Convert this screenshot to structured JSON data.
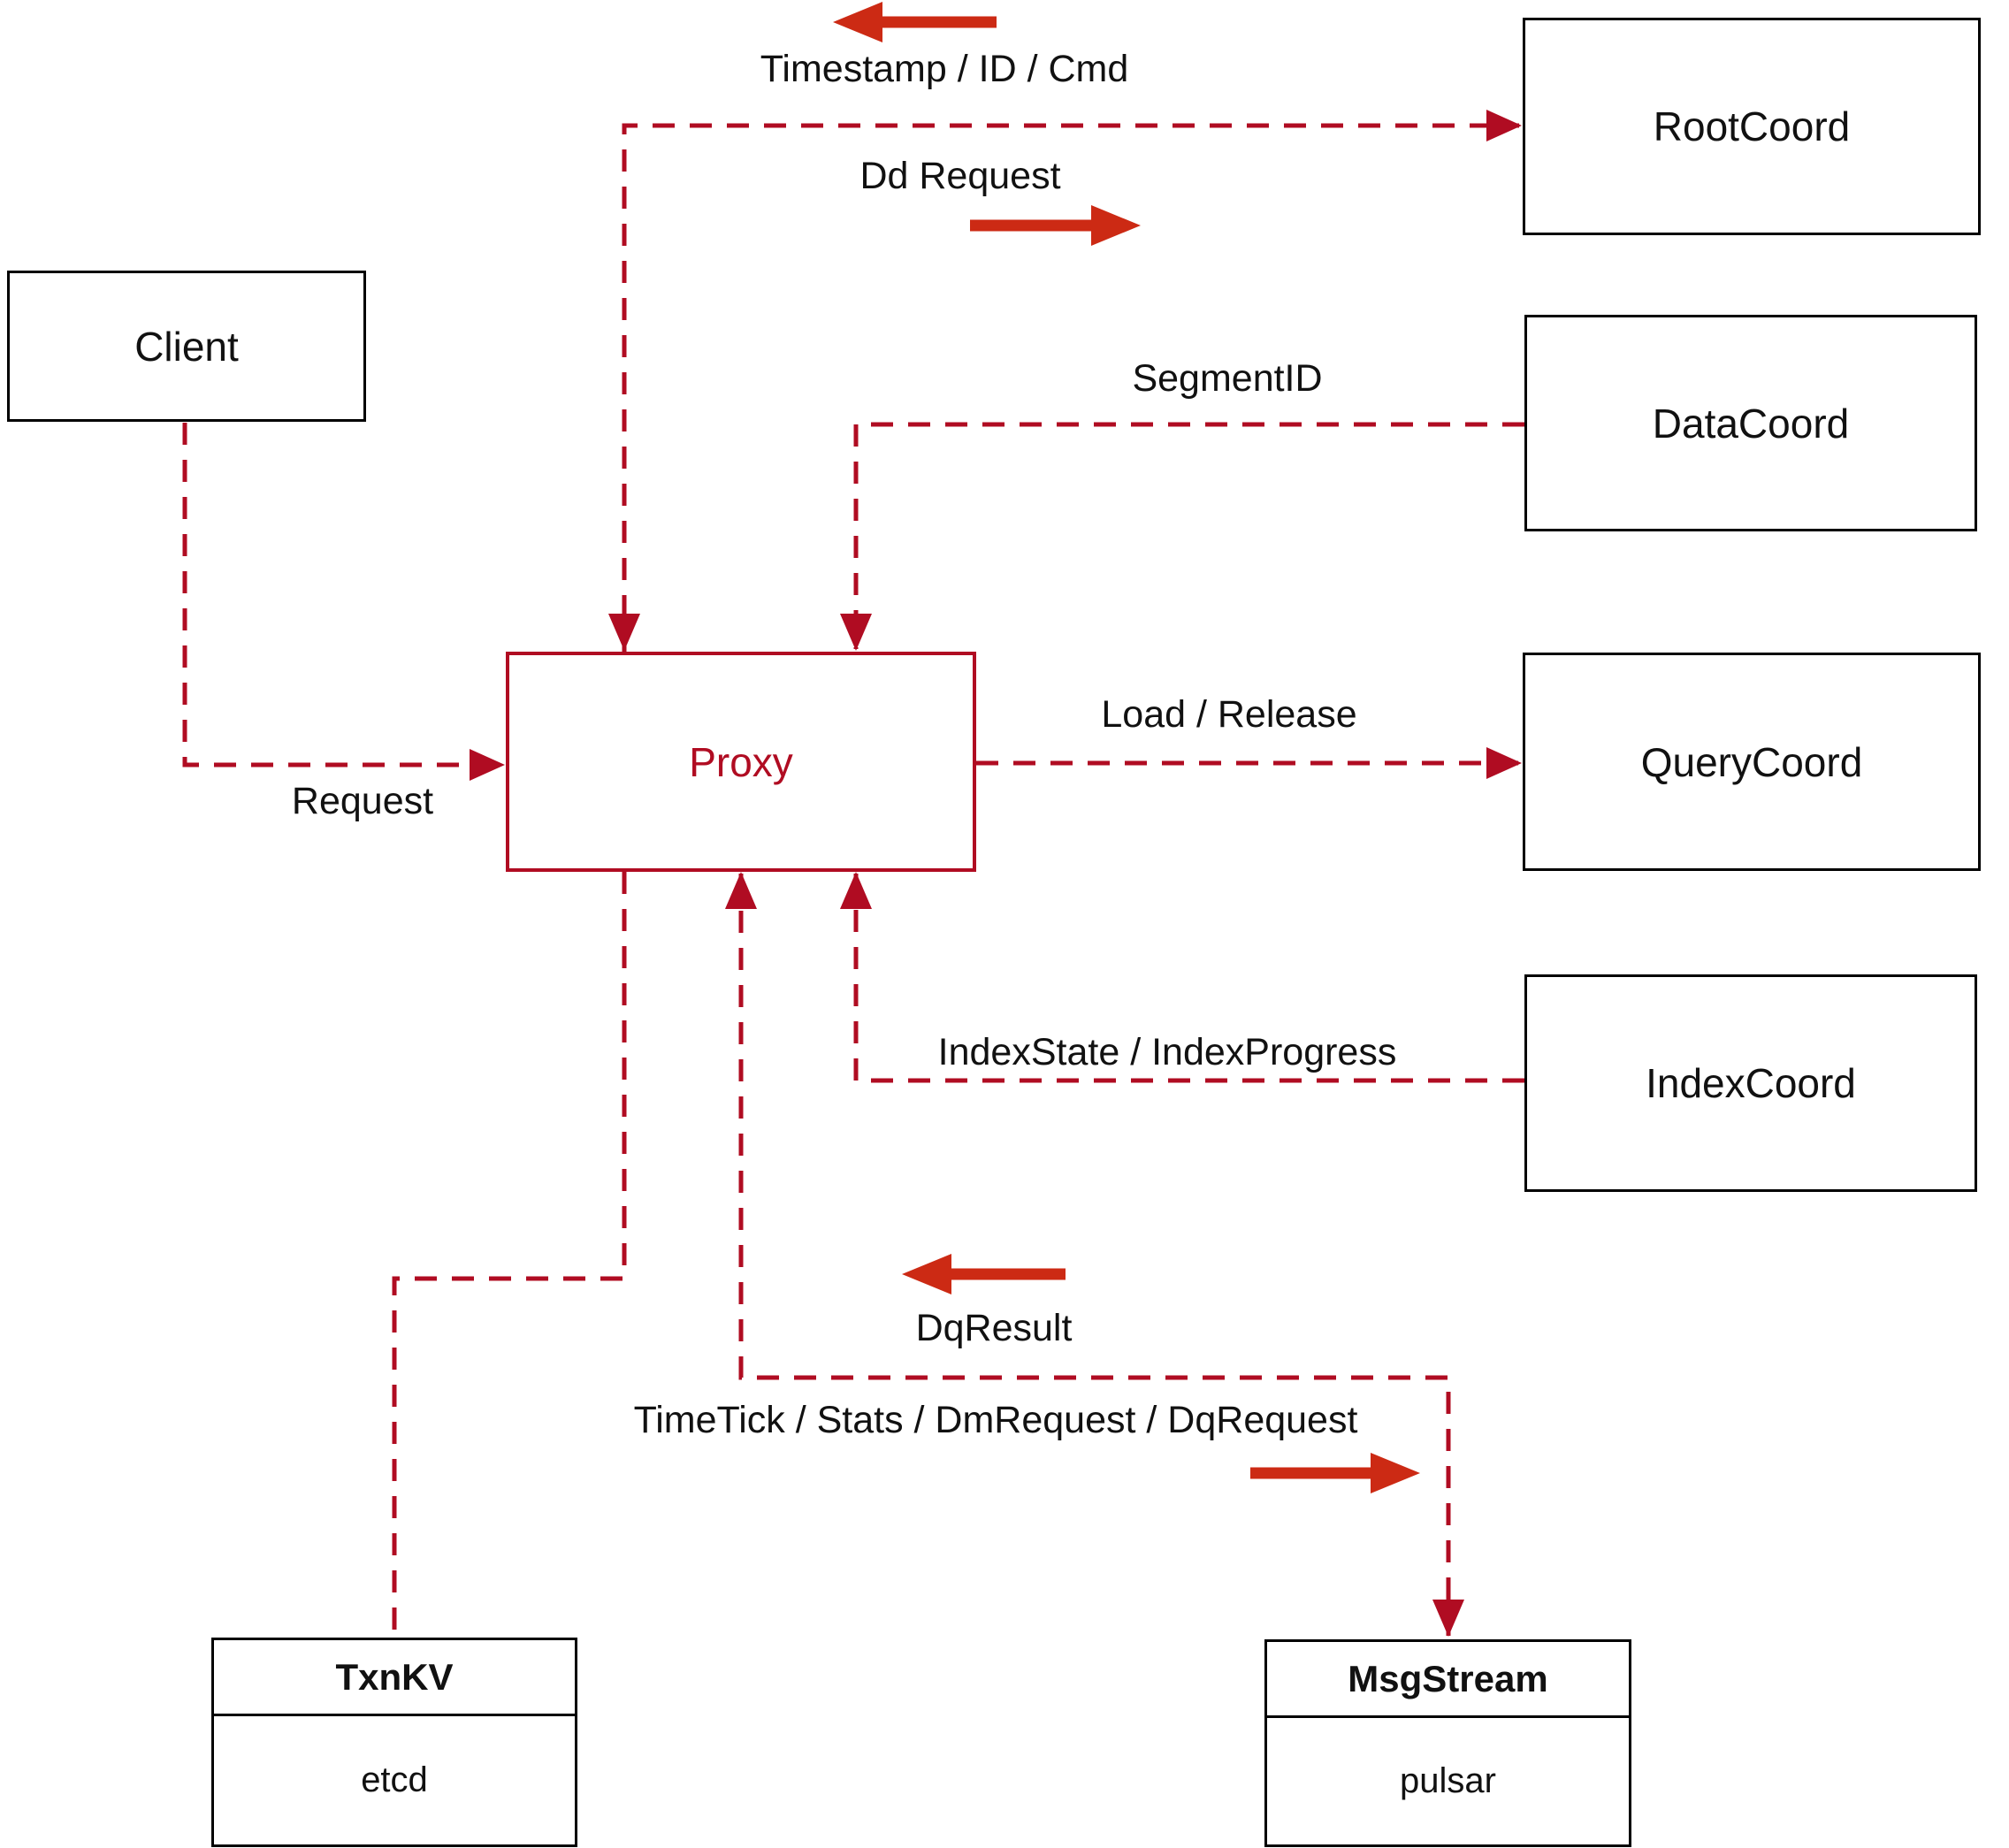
{
  "diagram": {
    "nodes": {
      "client": "Client",
      "root_coord": "RootCoord",
      "data_coord": "DataCoord",
      "query_coord": "QueryCoord",
      "index_coord": "IndexCoord",
      "proxy": "Proxy",
      "txnkv": {
        "title": "TxnKV",
        "body": "etcd"
      },
      "msgstream": {
        "title": "MsgStream",
        "body": "pulsar"
      }
    },
    "edge_labels": {
      "request": "Request",
      "timestamp_id_cmd": "Timestamp / ID / Cmd",
      "dd_request": "Dd Request",
      "segment_id": "SegmentID",
      "load_release": "Load / Release",
      "index_state_progress": "IndexState / IndexProgress",
      "dq_result": "DqResult",
      "time_tick": "TimeTick / Stats / DmRequest / DqRequest"
    },
    "colors": {
      "connector_red": "#b00c22",
      "arrow_red": "#cc2a14",
      "box_border_black": "#000000",
      "text_black": "#111111"
    }
  }
}
